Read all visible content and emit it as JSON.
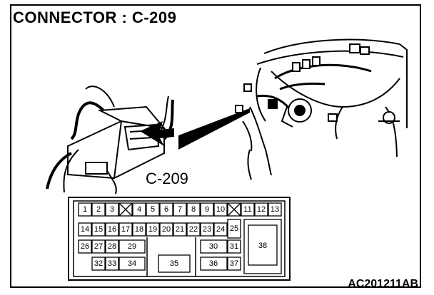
{
  "title": "CONNECTOR : C-209",
  "connector_label": "C-209",
  "reference_code": "AC201211AB",
  "pins": {
    "p1": "1",
    "p2": "2",
    "p3": "3",
    "p4": "4",
    "p5": "5",
    "p6": "6",
    "p7": "7",
    "p8": "8",
    "p9": "9",
    "p10": "10",
    "p11": "11",
    "p12": "12",
    "p13": "13",
    "p14": "14",
    "p15": "15",
    "p16": "16",
    "p17": "17",
    "p18": "18",
    "p19": "19",
    "p20": "20",
    "p21": "21",
    "p22": "22",
    "p23": "23",
    "p24": "24",
    "p25": "25",
    "p26": "26",
    "p27": "27",
    "p28": "28",
    "p29": "29",
    "p30": "30",
    "p31": "31",
    "p32": "32",
    "p33": "33",
    "p34": "34",
    "p35": "35",
    "p36": "36",
    "p37": "37",
    "p38": "38"
  },
  "colors": {
    "ink": "#000000",
    "paper": "#ffffff"
  }
}
